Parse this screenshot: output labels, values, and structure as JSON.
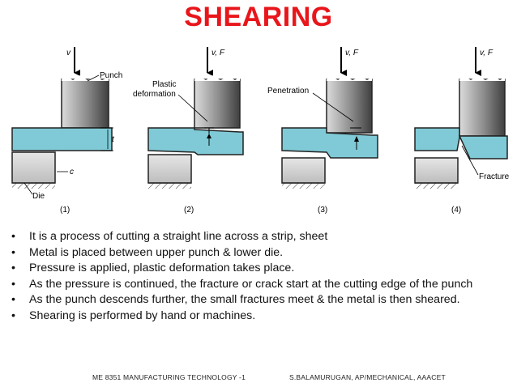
{
  "title": "SHEARING",
  "diagram": {
    "stages": [
      {
        "number": "(1)",
        "force_label": "v"
      },
      {
        "number": "(2)",
        "force_label": "v, F"
      },
      {
        "number": "(3)",
        "force_label": "v, F"
      },
      {
        "number": "(4)",
        "force_label": "v, F"
      }
    ],
    "labels": {
      "punch": "Punch",
      "die": "Die",
      "thickness": "t",
      "clearance": "c",
      "plastic_deformation_line1": "Plastic",
      "plastic_deformation_line2": "deformation",
      "penetration": "Penetration",
      "fracture": "Fracture"
    },
    "colors": {
      "sheet": "#7fcad6",
      "punch_dark": "#3f3f3f",
      "punch_light": "#dcdcdc",
      "title": "#e8161b"
    }
  },
  "bullets": [
    "It is a process of cutting a straight line across a strip, sheet",
    "Metal is placed between upper punch & lower die.",
    "Pressure is applied, plastic deformation takes place.",
    "As the pressure is continued, the fracture or crack start at the cutting edge of the punch",
    "As the punch descends further, the small fractures meet & the metal is then sheared.",
    "Shearing is performed by hand or machines."
  ],
  "footer": {
    "left": "ME 8351 MANUFACTURING TECHNOLOGY -1",
    "right": "S.BALAMURUGAN, AP/MECHANICAL, AAACET"
  }
}
